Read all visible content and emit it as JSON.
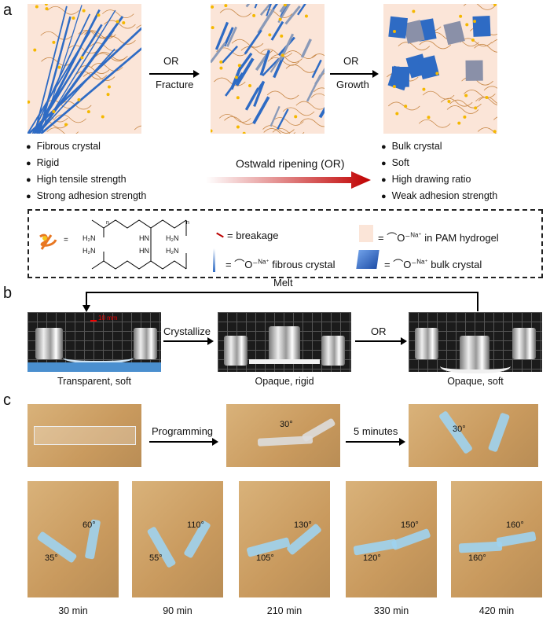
{
  "panel_a": {
    "label": "a",
    "arrow1": {
      "top": "OR",
      "bottom": "Fracture"
    },
    "arrow2": {
      "top": "OR",
      "bottom": "Growth"
    },
    "left_bullets": [
      "Fibrous crystal",
      "Rigid",
      "High tensile strength",
      "Strong adhesion strength"
    ],
    "right_bullets": [
      "Bulk crystal",
      "Soft",
      "High drawing ratio",
      "Weak adhesion strength"
    ],
    "ostwald": "Ostwald ripening (OR)",
    "legend": {
      "eq": "=",
      "breakage": "breakage",
      "pam": "in PAM hydrogel",
      "fibrous": "fibrous crystal",
      "bulk": "bulk crystal",
      "na": "Na⁺",
      "h2n": "H₂N",
      "hn": "HN",
      "n": "n"
    }
  },
  "panel_b": {
    "label": "b",
    "melt": "Melt",
    "crystallize": "Crystallize",
    "or": "OR",
    "scale": "10 mm",
    "captions": [
      "Transparent, soft",
      "Opaque, rigid",
      "Opaque, soft"
    ]
  },
  "panel_c": {
    "label": "c",
    "programming": "Programming",
    "five_min": "5 minutes",
    "top_angles": [
      "30°",
      "30°"
    ],
    "samples": [
      {
        "time": "30 min",
        "angles": [
          "35°",
          "60°"
        ]
      },
      {
        "time": "90 min",
        "angles": [
          "55°",
          "110°"
        ]
      },
      {
        "time": "210 min",
        "angles": [
          "105°",
          "130°"
        ]
      },
      {
        "time": "330 min",
        "angles": [
          "120°",
          "150°"
        ]
      },
      {
        "time": "420 min",
        "angles": [
          "160°",
          "160°"
        ]
      }
    ]
  },
  "colors": {
    "hydrogel": "#fbe5d8",
    "crystal": "#2e6bc4",
    "arrow_red": "#c00000"
  }
}
